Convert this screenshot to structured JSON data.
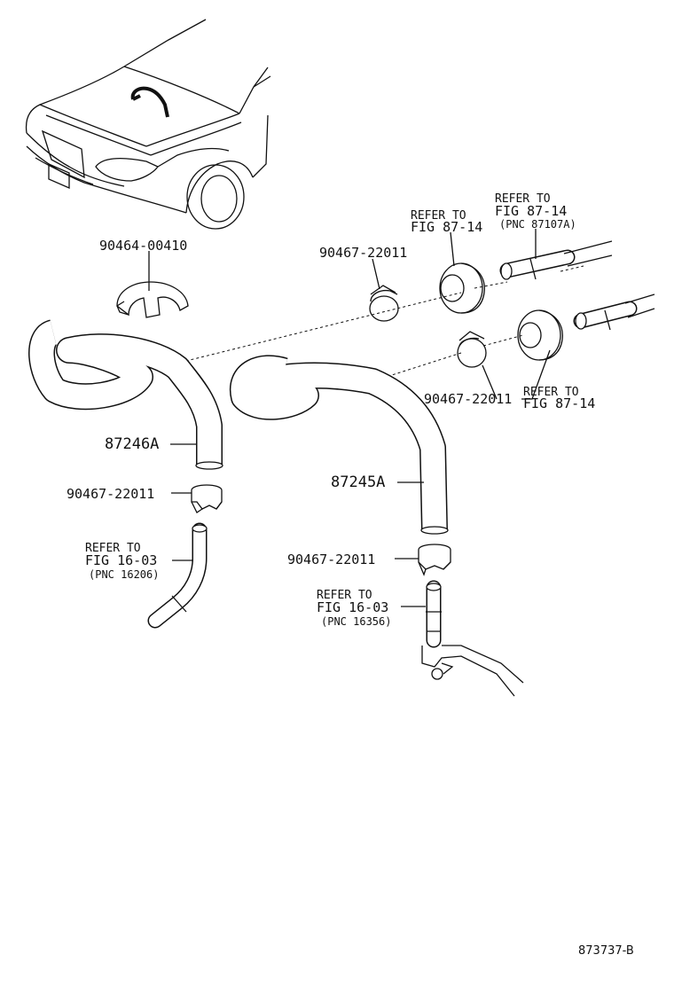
{
  "labels": {
    "grommet_clip": "90464-00410",
    "clamp_upper": "90467-22011",
    "clamp_mid_right": "90467-22011",
    "clamp_left": "90467-22011",
    "clamp_right": "90467-22011",
    "hose_left": "87246A",
    "hose_right": "87245A"
  },
  "references": {
    "fig8714_a": {
      "line1": "REFER TO",
      "line2": "FIG 87-14"
    },
    "fig8714_b": {
      "line1": "REFER TO",
      "line2": "FIG 87-14",
      "line3": "(PNC 87107A)"
    },
    "fig8714_c": {
      "line1": "REFER TO",
      "line2": "FIG 87-14"
    },
    "fig1603_left": {
      "line1": "REFER TO",
      "line2": "FIG 16-03",
      "line3": "(PNC 16206)"
    },
    "fig1603_right": {
      "line1": "REFER TO",
      "line2": "FIG 16-03",
      "line3": "(PNC 16356)"
    }
  },
  "diagram_code": "873737-B"
}
